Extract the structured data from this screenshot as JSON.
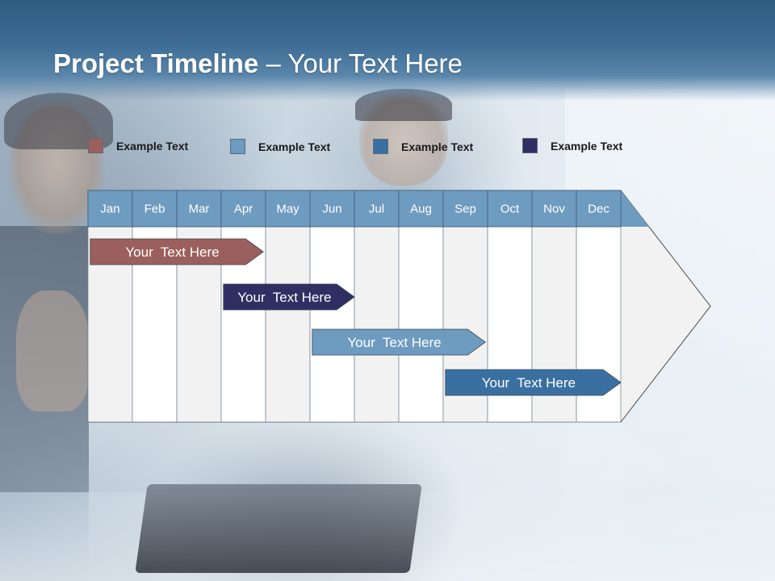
{
  "slide": {
    "title_bold": "Project Timeline",
    "title_rest": " – Your Text Here"
  },
  "legend": [
    {
      "label": "Example Text",
      "color": "#9b5f5d"
    },
    {
      "label": "Example Text",
      "color": "#6e9bc0"
    },
    {
      "label": "Example Text",
      "color": "#3a6fa1"
    },
    {
      "label": "Example Text",
      "color": "#2f2f63"
    }
  ],
  "timeline": {
    "months": [
      "Jan",
      "Feb",
      "Mar",
      "Apr",
      "May",
      "Jun",
      "Jul",
      "Aug",
      "Sep",
      "Oct",
      "Nov",
      "Dec"
    ],
    "header_color": "#6e9bc0",
    "tasks": [
      {
        "label": "Your  Text Here",
        "start_month": 0.05,
        "end_month": 3.95,
        "color": "#9b5f5d"
      },
      {
        "label": "Your  Text Here",
        "start_month": 3.05,
        "end_month": 6.0,
        "color": "#2f2f63"
      },
      {
        "label": "Your  Text Here",
        "start_month": 5.05,
        "end_month": 8.95,
        "color": "#6e9bc0"
      },
      {
        "label": "Your  Text Here",
        "start_month": 8.05,
        "end_month": 12.0,
        "color": "#3a6fa1"
      }
    ]
  }
}
